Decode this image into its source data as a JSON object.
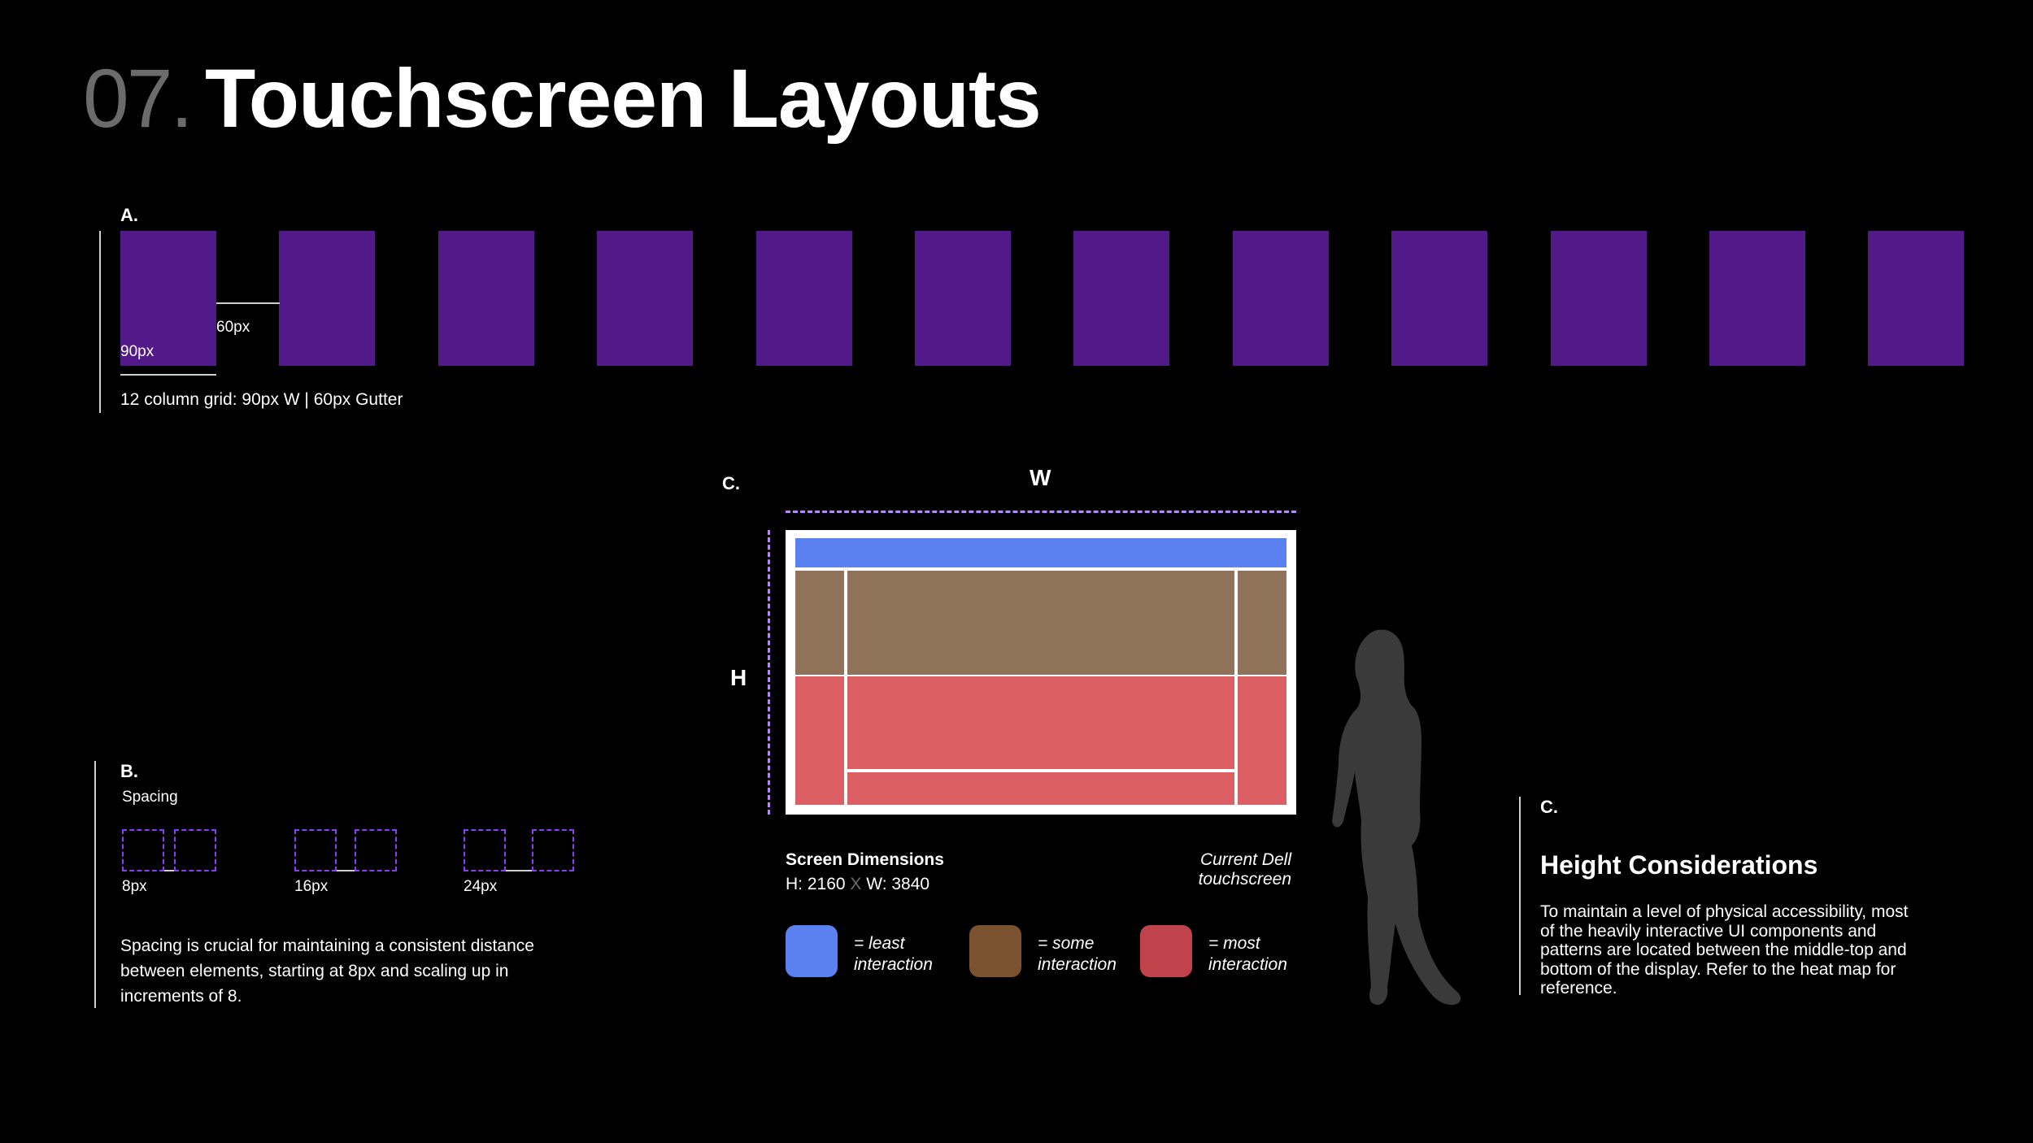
{
  "header": {
    "number": "07.",
    "title": "Touchscreen Layouts"
  },
  "section_a": {
    "label": "A.",
    "column_count": 12,
    "column_color": "#521a88",
    "width_marker": "90px",
    "gutter_marker": "60px",
    "caption": "12  column grid: 90px W | 60px Gutter"
  },
  "section_b": {
    "label": "B.",
    "heading": "Spacing",
    "examples": [
      {
        "label": "8px"
      },
      {
        "label": "16px"
      },
      {
        "label": "24px"
      }
    ],
    "description": "Spacing is crucial for maintaining a consistent distance between elements, starting at 8px and scaling up in increments of 8."
  },
  "section_c_diagram": {
    "label": "C.",
    "width_label": "W",
    "height_label": "H",
    "dimensions_title": "Screen Dimensions",
    "dimensions_h": "H: 2160",
    "dimensions_x": "X",
    "dimensions_w": "W: 3840",
    "device_note_line1": "Current Dell",
    "device_note_line2": "touchscreen",
    "zone_colors": {
      "least": "#5b80f0",
      "some": "#8e7358",
      "most": "#db5f63"
    },
    "legend": [
      {
        "color": "#5b80f0",
        "line1": "= least",
        "line2": "interaction"
      },
      {
        "color": "#7a5230",
        "line1": "= some",
        "line2": "interaction"
      },
      {
        "color": "#c0434b",
        "line1": "= most",
        "line2": "interaction"
      }
    ]
  },
  "section_c_height": {
    "label": "C.",
    "heading": "Height Considerations",
    "body": "To maintain a level of physical accessibility, most of the heavily interactive UI components and patterns are located between the middle-top and bottom of the display. Refer to the heat map for reference."
  }
}
